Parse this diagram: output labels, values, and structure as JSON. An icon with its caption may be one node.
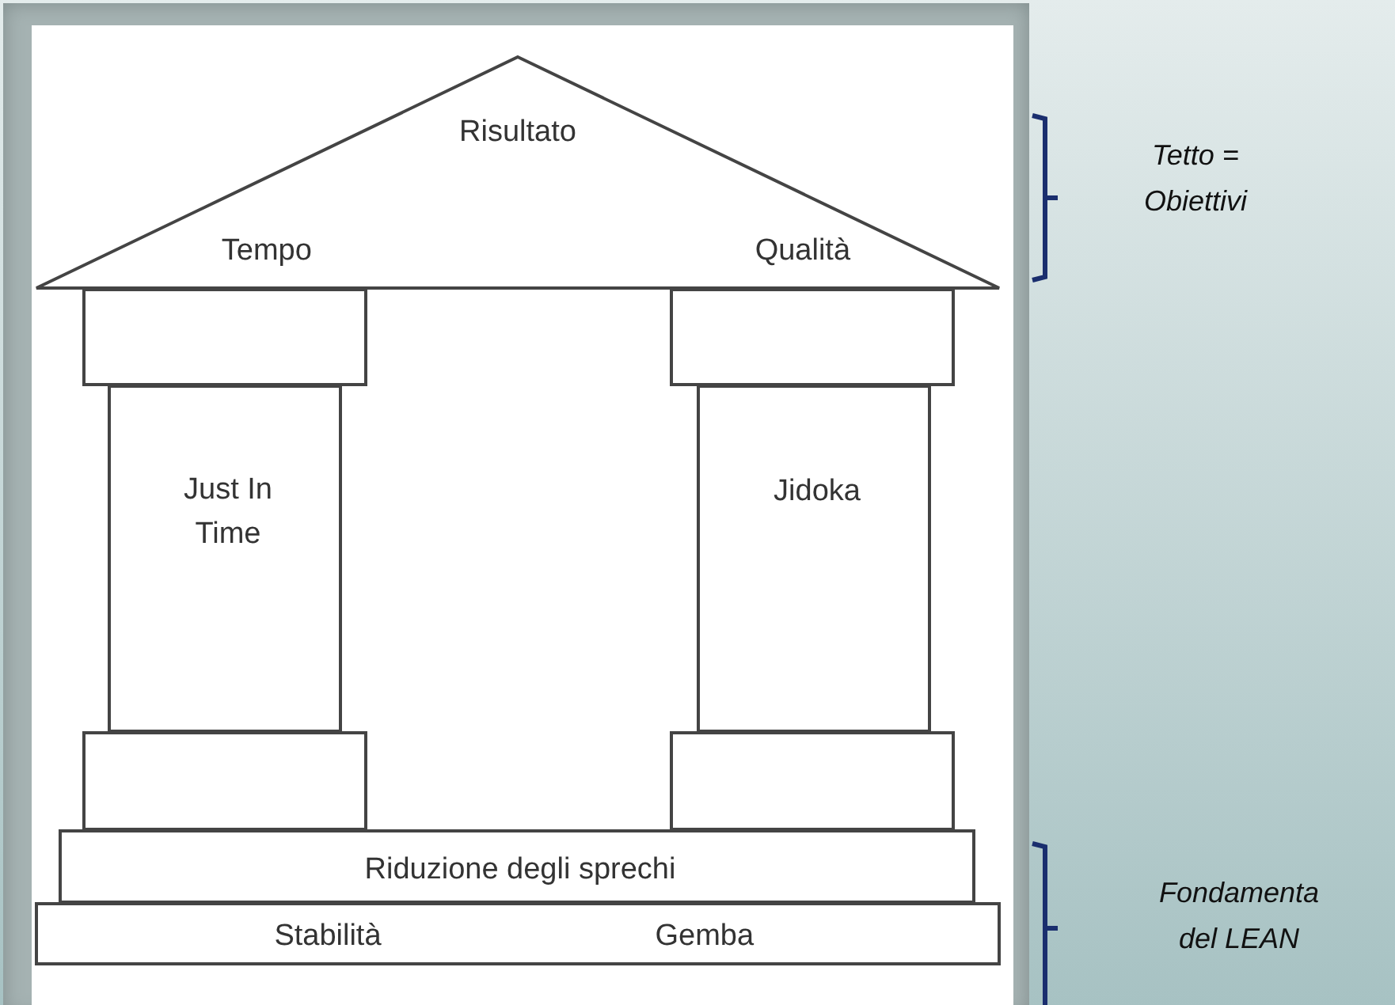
{
  "diagram": {
    "nodes": [
      {
        "text": [
          "Risultato",
          "Tempo",
          "Qualità"
        ]
      },
      {
        "text": [],
        "shape": "box"
      },
      {
        "text": [],
        "shape": "box"
      },
      {
        "text": [
          "Just In Time"
        ]
      },
      {
        "text": [
          "Jidoka"
        ]
      },
      {
        "text": [],
        "shape": "box"
      },
      {
        "text": [],
        "shape": "box"
      },
      {
        "text": [
          "Riduzione degli sprechi"
        ]
      },
      {
        "text": [
          "Stabilità",
          "Gemba"
        ]
      }
    ],
    "edges": [],
    "labels": [
      "Tetto = Obiettivi",
      "Fondamenta del LEAN"
    ]
  }
}
